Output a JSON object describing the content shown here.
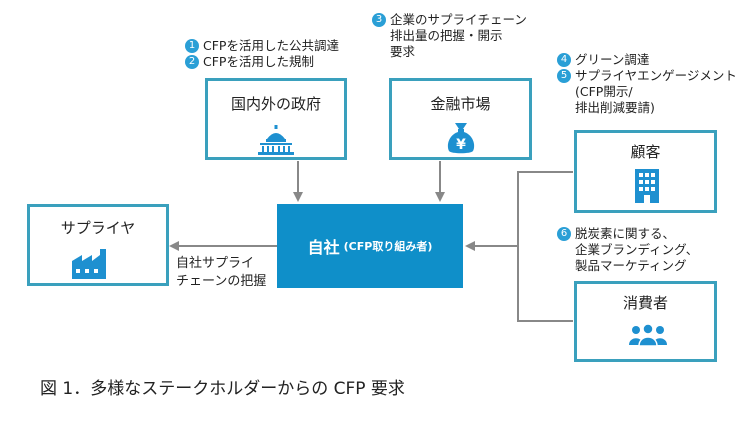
{
  "nodes": {
    "government": "国内外の政府",
    "finance": "金融市場",
    "customer": "顧客",
    "consumer": "消費者",
    "supplier": "サプライヤ",
    "company_main": "自社",
    "company_sub": "(CFP取り組み者)"
  },
  "annotations": {
    "gov": [
      {
        "num": "1",
        "text": "CFPを活用した公共調達"
      },
      {
        "num": "2",
        "text": "CFPを活用した規制"
      }
    ],
    "finance": {
      "num": "3",
      "lines": [
        "企業のサプライチェーン",
        "排出量の把握・開示",
        "要求"
      ]
    },
    "customer": [
      {
        "num": "4",
        "lines": [
          "グリーン調達"
        ]
      },
      {
        "num": "5",
        "lines": [
          "サプライヤエンゲージメント",
          "(CFP開示/",
          "排出削減要請)"
        ]
      }
    ],
    "consumer": {
      "num": "6",
      "lines": [
        "脱炭素に関する、",
        "企業ブランディング、",
        "製品マーケティング"
      ]
    },
    "supplier": [
      "自社サプライ",
      "チェーンの把握"
    ]
  },
  "caption": "図 1．多様なステークホルダーからの CFP 要求",
  "colors": {
    "border": "#3aa0bd",
    "center": "#0f8fc9",
    "number": "#2a9fd6",
    "icon": "#1e90d0",
    "arrow": "#888888"
  },
  "icons": [
    "capitol-icon",
    "money-bag-icon",
    "building-icon",
    "factory-icon",
    "people-icon"
  ]
}
